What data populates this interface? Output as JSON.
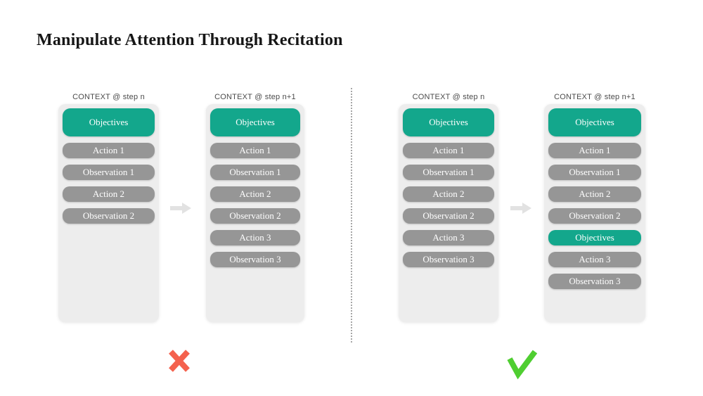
{
  "title": "Manipulate Attention Through Recitation",
  "colors": {
    "objectives_teal": "#13a78c",
    "step_gray": "#969696",
    "panel_bg": "#ededed",
    "cross_red": "#f4614d",
    "check_green": "#4fce31",
    "arrow_gray": "#e2e2e2",
    "divider_gray": "#a6a6a6"
  },
  "examples": [
    {
      "verdict": "wrong",
      "verdict_icon": "cross-icon",
      "panels": [
        {
          "header": "CONTEXT @ step n",
          "blocks": [
            "Objectives",
            "Action 1",
            "Observation 1",
            "Action 2",
            "Observation 2"
          ]
        },
        {
          "header": "CONTEXT @ step n+1",
          "blocks": [
            "Objectives",
            "Action 1",
            "Observation 1",
            "Action 2",
            "Observation 2",
            "Action 3",
            "Observation 3"
          ]
        }
      ]
    },
    {
      "verdict": "right",
      "verdict_icon": "check-icon",
      "panels": [
        {
          "header": "CONTEXT @ step n",
          "blocks": [
            "Objectives",
            "Action 1",
            "Observation 1",
            "Action 2",
            "Observation 2",
            "Action 3",
            "Observation 3"
          ]
        },
        {
          "header": "CONTEXT @ step n+1",
          "blocks": [
            "Objectives",
            "Action 1",
            "Observation 1",
            "Action 2",
            "Observation 2",
            "Objectives",
            "Action 3",
            "Observation 3"
          ]
        }
      ]
    }
  ]
}
